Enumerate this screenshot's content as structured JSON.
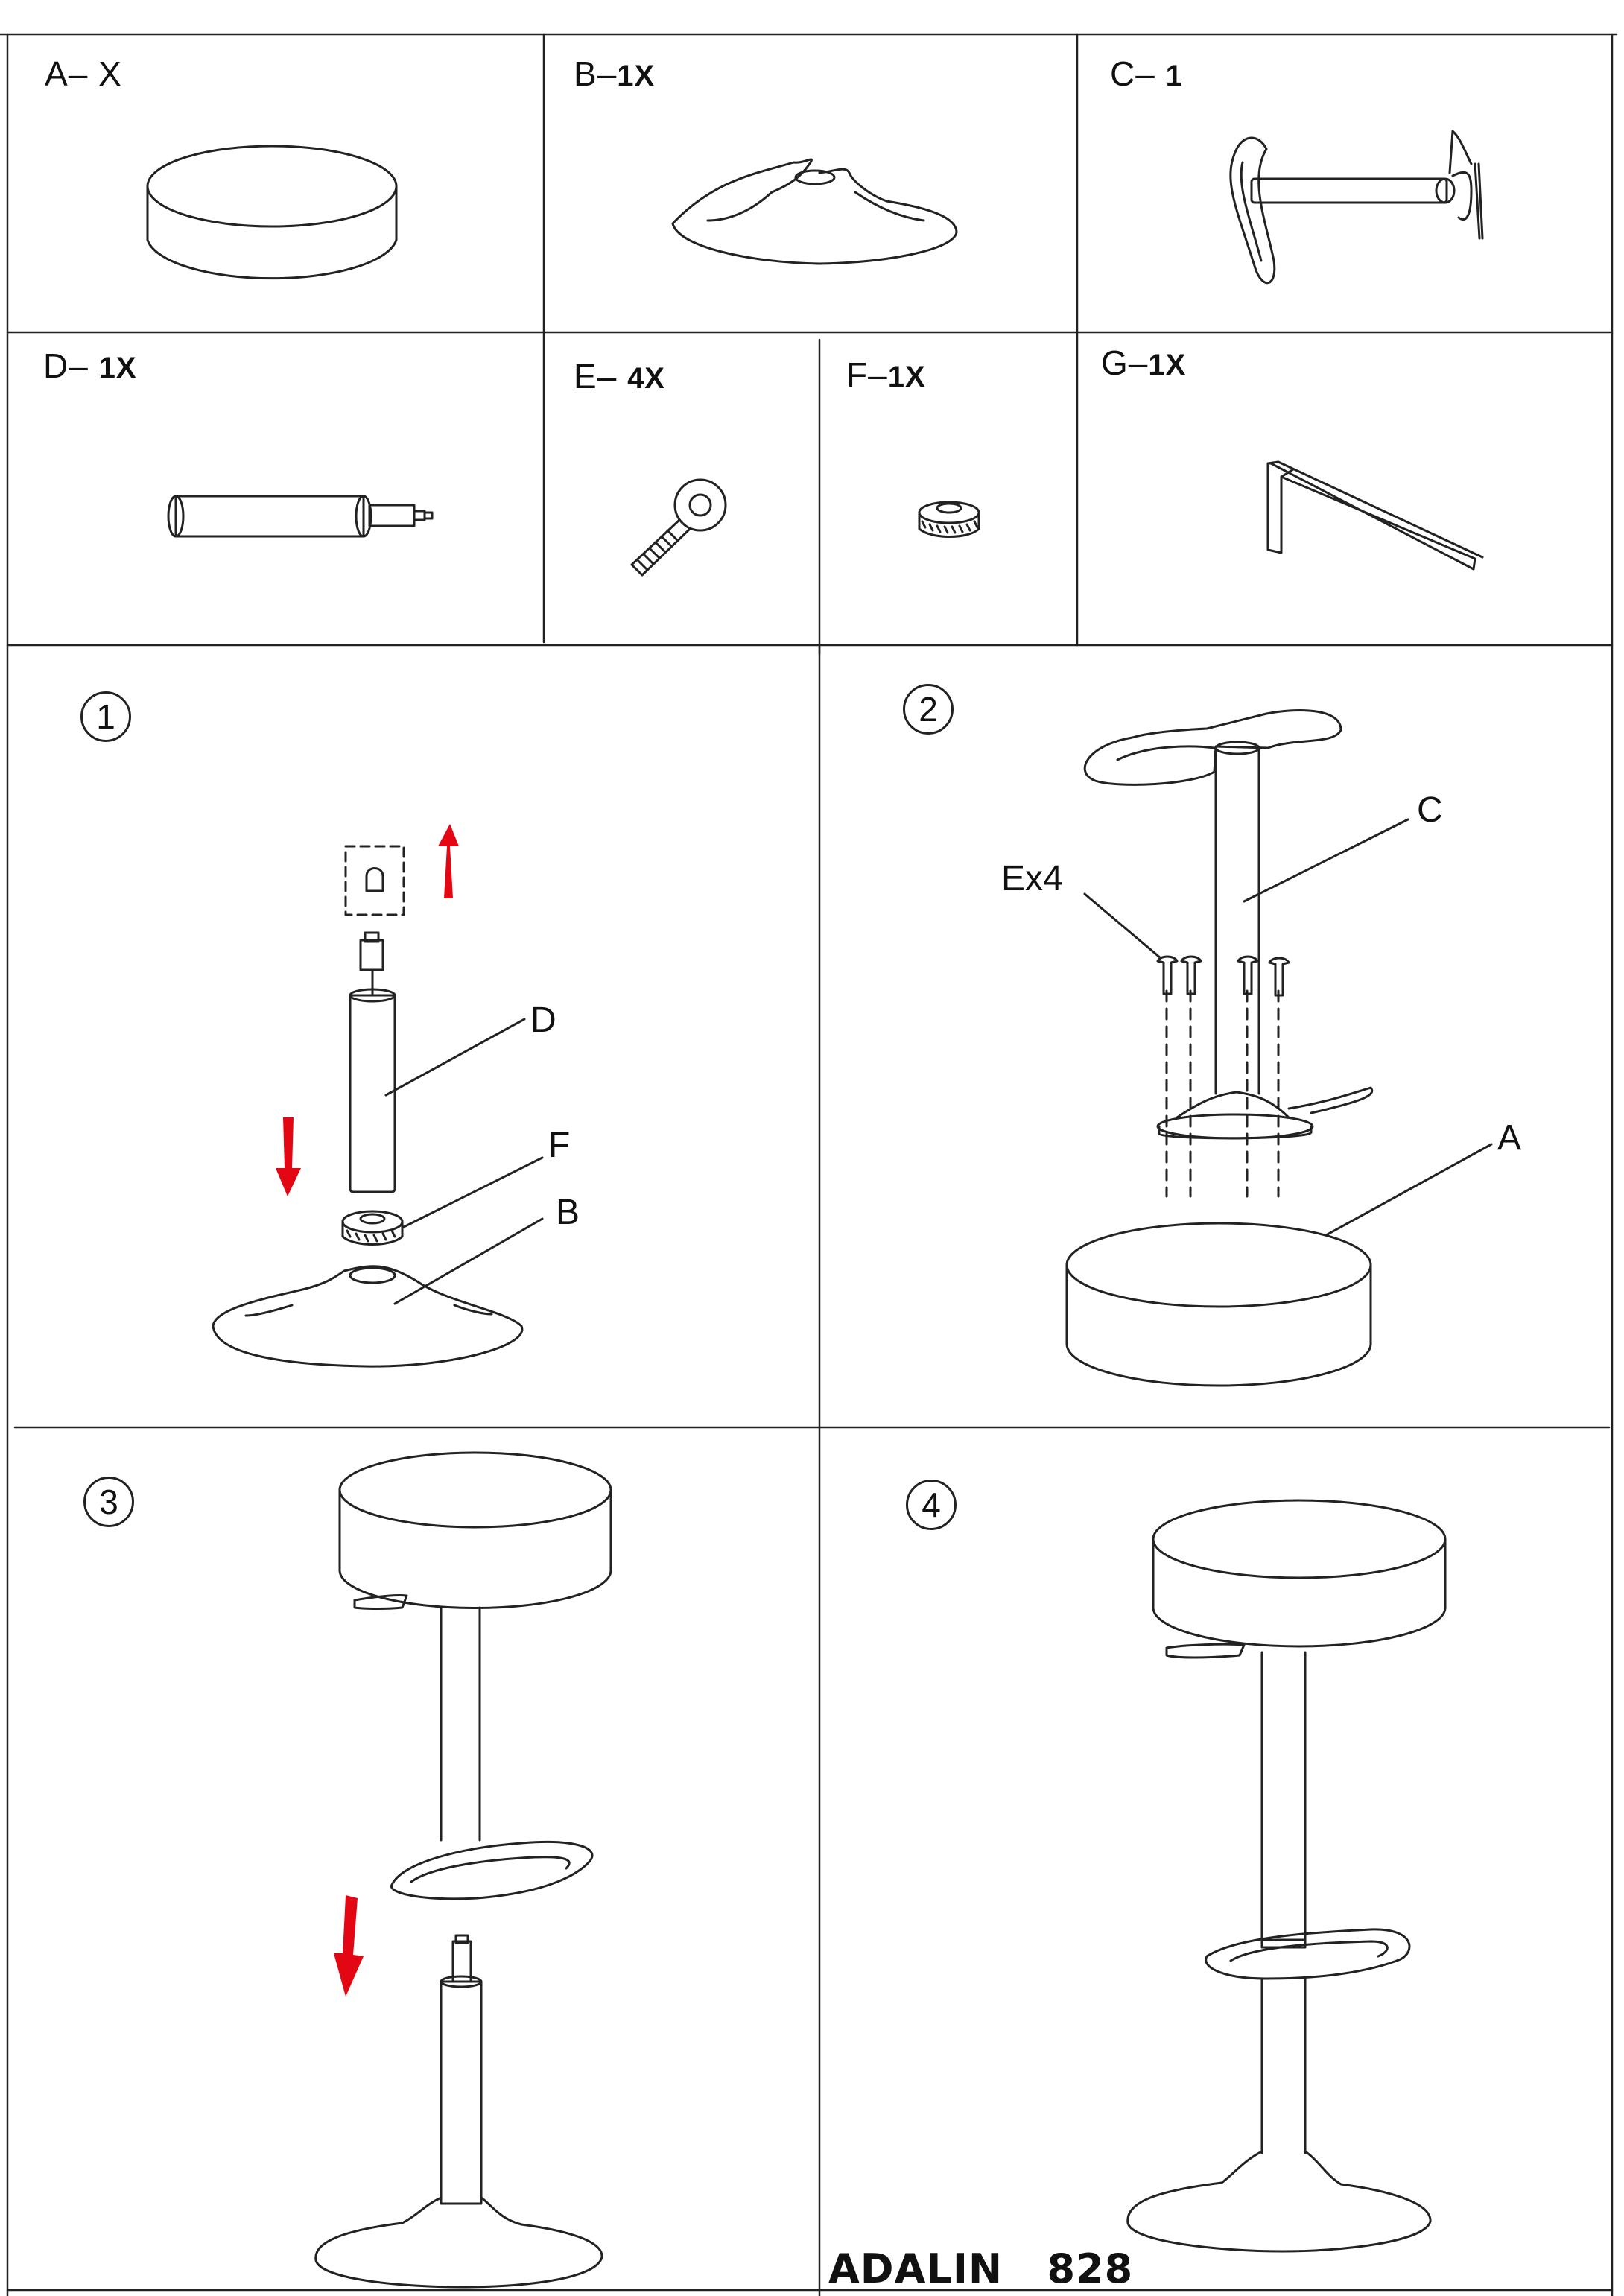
{
  "parts": [
    {
      "letter": "A",
      "sep": "–",
      "qty": "X"
    },
    {
      "letter": "B",
      "sep": "–",
      "qty": "1X"
    },
    {
      "letter": "C",
      "sep": "–",
      "qty": "1"
    },
    {
      "letter": "D",
      "sep": "–",
      "qty": "1X"
    },
    {
      "letter": "E",
      "sep": "–",
      "qty": "4X"
    },
    {
      "letter": "F",
      "sep": "–",
      "qty": "1X"
    },
    {
      "letter": "G",
      "sep": "–",
      "qty": "1X"
    }
  ],
  "steps": [
    "1",
    "2",
    "3",
    "4"
  ],
  "callouts": {
    "step1": {
      "d": "D",
      "f": "F",
      "b": "B"
    },
    "step2": {
      "c": "C",
      "e": "Ex4",
      "a": "A"
    }
  },
  "model": "ADALIN   828",
  "colors": {
    "line": "#222222",
    "arrow": "#e30613",
    "background": "#ffffff"
  }
}
